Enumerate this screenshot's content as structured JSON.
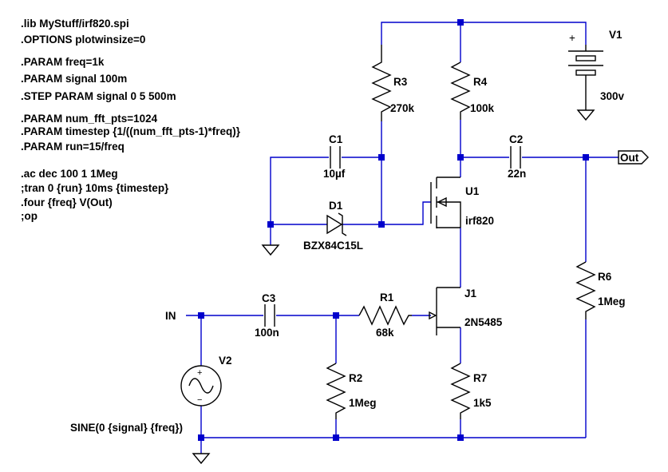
{
  "directives": [
    ".lib MyStuff/irf820.spi",
    ".OPTIONS plotwinsize=0",
    ".PARAM freq=1k",
    ".PARAM signal 100m",
    ".STEP PARAM signal 0 5 500m",
    ".PARAM num_fft_pts=1024",
    ".PARAM timestep {1/((num_fft_pts-1)*freq)}",
    ".PARAM run=15/freq",
    ".ac dec 100 1 1Meg",
    ";tran 0 {run} 10ms {timestep}",
    ".four {freq} V(Out)",
    ";op"
  ],
  "components": {
    "V1": {
      "name": "V1",
      "value": "300v"
    },
    "R3": {
      "name": "R3",
      "value": "270k"
    },
    "R4": {
      "name": "R4",
      "value": "100k"
    },
    "C1": {
      "name": "C1",
      "value": "10µf"
    },
    "C2": {
      "name": "C2",
      "value": "22n"
    },
    "D1": {
      "name": "D1",
      "value": "BZX84C15L"
    },
    "U1": {
      "name": "U1",
      "value": "irf820"
    },
    "J1": {
      "name": "J1",
      "value": "2N5485"
    },
    "R1": {
      "name": "R1",
      "value": "68k"
    },
    "C3": {
      "name": "C3",
      "value": "100n"
    },
    "R2": {
      "name": "R2",
      "value": "1Meg"
    },
    "R7": {
      "name": "R7",
      "value": "1k5"
    },
    "R6": {
      "name": "R6",
      "value": "1Meg"
    },
    "V2": {
      "name": "V2",
      "value": "SINE(0 {signal} {freq})"
    }
  },
  "nets": {
    "in_label": "IN",
    "out_label": "Out"
  },
  "symbols": {
    "plus": "+",
    "minus": "−"
  },
  "colors": {
    "wire": "#0000cc",
    "component": "#000000",
    "background": "#ffffff"
  }
}
